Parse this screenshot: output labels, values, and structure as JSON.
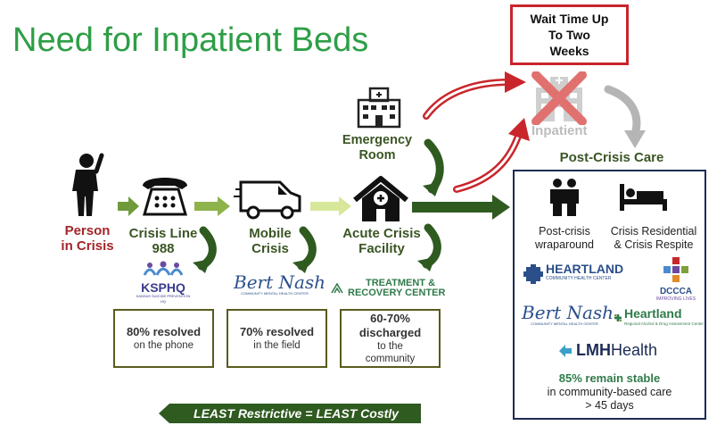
{
  "title": "Need for Inpatient Beds",
  "wait_box": {
    "line1": "Wait Time Up",
    "line2": "To Two",
    "line3": "Weeks"
  },
  "inpatient_label": "Inpatient",
  "emergency_room": {
    "line1": "Emergency",
    "line2": "Room"
  },
  "steps": [
    {
      "line1": "Person",
      "line2": "in Crisis",
      "color": "#a3252a"
    },
    {
      "line1": "Crisis Line",
      "line2": "988",
      "color": "#3b5524"
    },
    {
      "line1": "Mobile",
      "line2": "Crisis",
      "color": "#3b5524"
    },
    {
      "line1": "Acute Crisis",
      "line2": "Facility",
      "color": "#3b5524"
    }
  ],
  "post_crisis_title": "Post-Crisis Care",
  "post_crisis_items": [
    {
      "line1": "Post-crisis",
      "line2": "wraparound",
      "icon": "family-icon"
    },
    {
      "line1": "Crisis Residential",
      "line2": "& Crisis Respite",
      "icon": "bed-icon"
    }
  ],
  "logos": {
    "ksphq": {
      "main": "KSPHQ",
      "sub": "KANSAS SUICIDE PREVENTION HQ"
    },
    "bertnash": {
      "main": "Bert Nash",
      "sub": "COMMUNITY MENTAL HEALTH CENTER"
    },
    "treatment": {
      "line1": "TREATMENT &",
      "line2": "RECOVERY CENTER"
    },
    "heartland_chc": {
      "main": "HEARTLAND",
      "sub": "COMMUNITY HEALTH CENTER"
    },
    "dccca": {
      "main": "DCCCA",
      "sub": "IMPROVING LIVES"
    },
    "bertnash2": {
      "main": "Bert Nash",
      "sub": "COMMUNITY MENTAL HEALTH CENTER"
    },
    "heartland_rad": {
      "main": "Heartland",
      "sub": "Regional Alcohol & Drug Assessment Center"
    },
    "lmh": {
      "main": "LMH",
      "sub": "Health"
    }
  },
  "stats": [
    {
      "main": "80% resolved",
      "sub": "on the phone"
    },
    {
      "main": "70% resolved",
      "sub": "in the field"
    },
    {
      "main": "60-70%",
      "main2": "discharged",
      "sub": "to the",
      "sub2": "community"
    }
  ],
  "stable": {
    "main": "85% remain stable",
    "sub1": "in community-based care",
    "sub2": "> 45 days"
  },
  "footer_arrow": "LEAST Restrictive = LEAST Costly",
  "colors": {
    "brand_green": "#2e9e46",
    "dark_green": "#3b5524",
    "arrow_green": "#2f5a20",
    "red": "#c9262c",
    "navy": "#1d2c55"
  }
}
